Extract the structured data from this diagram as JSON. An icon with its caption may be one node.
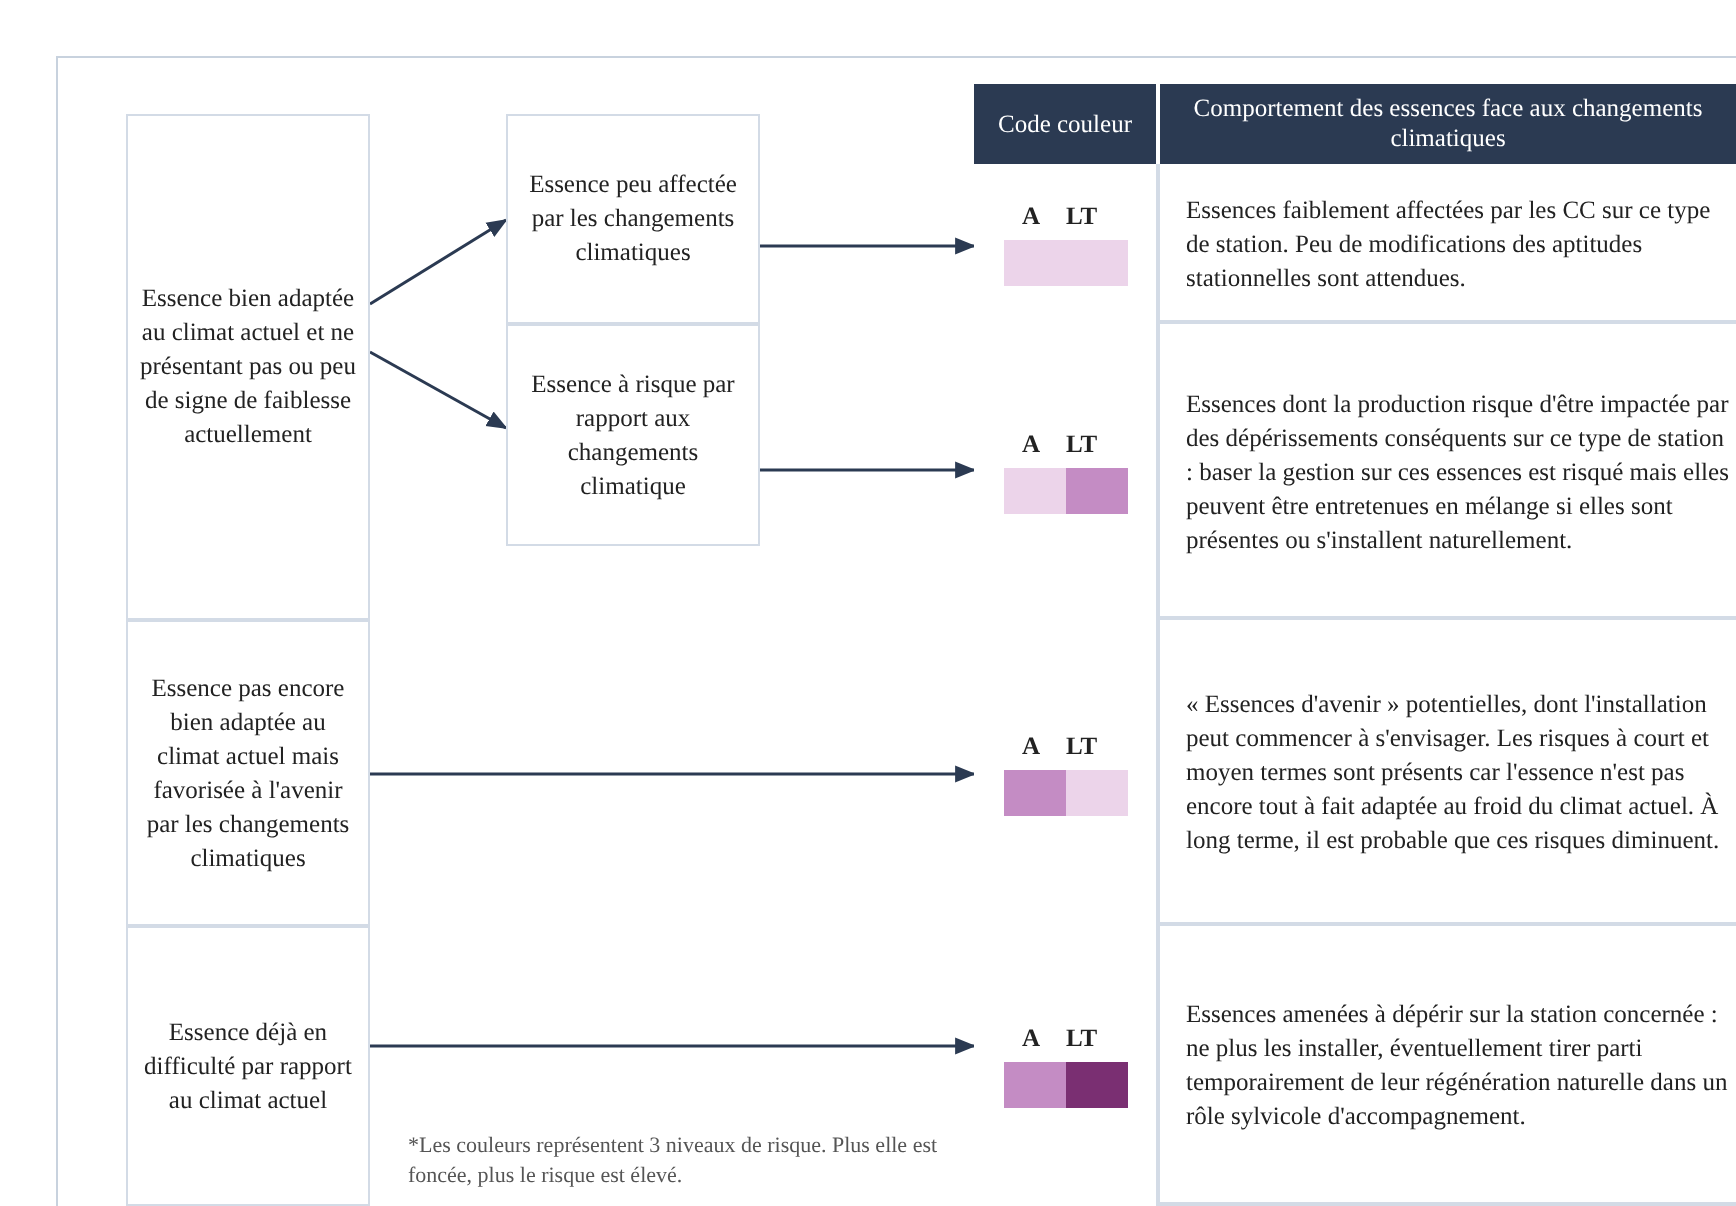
{
  "diagram": {
    "nodes": [
      {
        "text": [
          "Essence bien adaptée au climat actuel et ne présentant pas ou peu de signe de faiblesse actuellement"
        ]
      },
      {
        "text": [
          "Essence peu affectée par les changements climatiques"
        ]
      },
      {
        "text": [
          "Essence à risque par rapport aux changements climatique"
        ]
      },
      {
        "text": [
          "Essence pas encore bien adaptée au climat actuel mais favorisée à l'avenir par les changements climatiques"
        ]
      },
      {
        "text": [
          "Essence déjà en difficulté par rapport au climat actuel"
        ]
      },
      {
        "text": [
          "A",
          "LT"
        ],
        "beside": [
          "Essences faiblement affectées par les CC sur ce type de station. Peu de modifications des aptitudes stationnelles sont attendues."
        ]
      },
      {
        "text": [
          "A",
          "LT"
        ],
        "beside": [
          "Essences dont la production risque d'être impactée par des dépérissements conséquents sur ce type de station : baser la gestion sur ces essences est risqué mais elles peuvent être entretenues en mélange si elles sont présentes ou s'installent naturellement."
        ]
      },
      {
        "text": [
          "A",
          "LT"
        ],
        "beside": [
          "« Essences d'avenir » potentielles, dont l'installation peut commencer à s'envisager. Les risques à court et moyen termes sont présents car l'essence n'est pas encore tout à fait adaptée au froid du climat actuel. À long terme, il est probable que ces risques diminuent."
        ]
      },
      {
        "text": [
          "A",
          "LT"
        ],
        "beside": [
          "Essences amenées à dépérir sur la station concernée : ne plus les installer, éventuellement tirer parti temporairement de leur régénération naturelle dans un rôle sylvicole d'accompagnement."
        ]
      }
    ],
    "edges": [
      {
        "from": 0,
        "to": 1,
        "arrow": "to"
      },
      {
        "from": 0,
        "to": 2,
        "arrow": "to"
      },
      {
        "from": 1,
        "to": 5,
        "arrow": "to"
      },
      {
        "from": 2,
        "to": 6,
        "arrow": "to"
      },
      {
        "from": 3,
        "to": 7,
        "arrow": "to"
      },
      {
        "from": 4,
        "to": 8,
        "arrow": "to"
      }
    ],
    "labels": [
      "Code couleur",
      "Comportement des essences face aux changements climatiques",
      "*Les couleurs représentent 3 niveaux de risque. Plus elle est foncée, plus le risque est élevé."
    ]
  }
}
